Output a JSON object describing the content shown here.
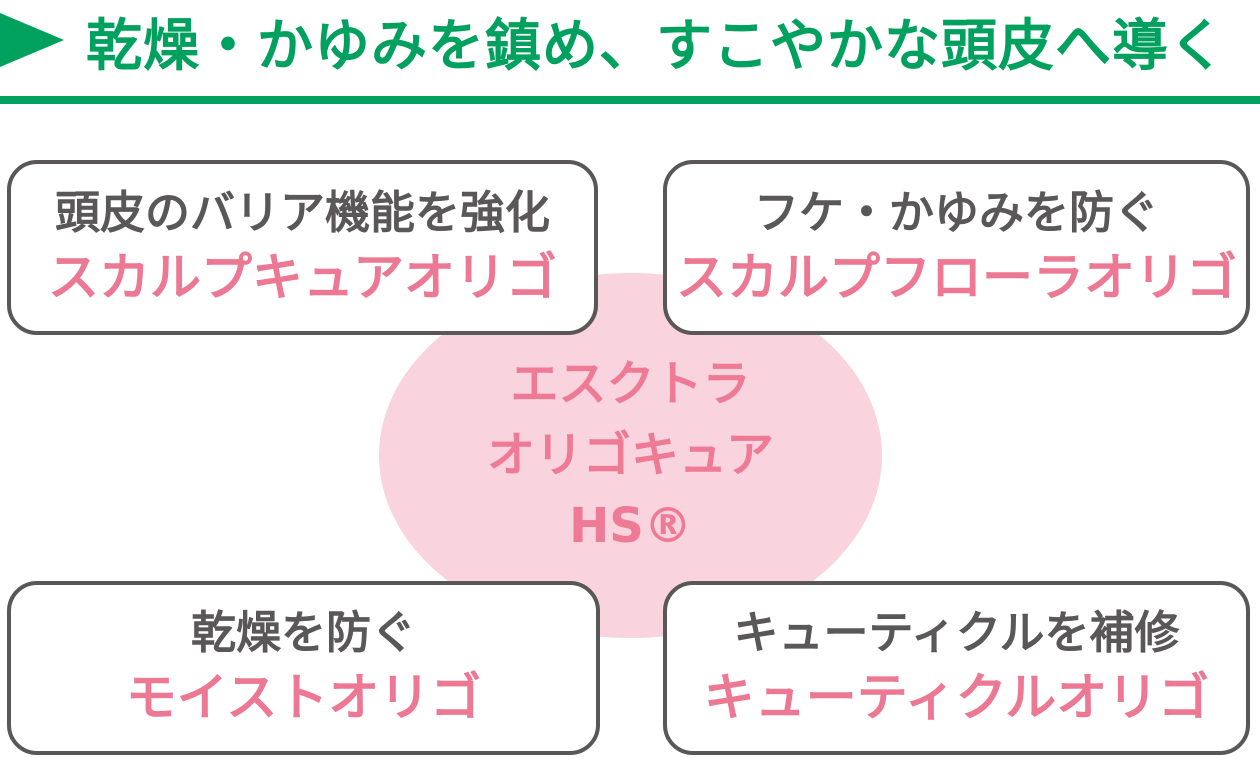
{
  "colors": {
    "green": "#00a05e",
    "gray": "#595757",
    "pink_text": "#ec7893",
    "ellipse_fill": "#f9d3dd",
    "ellipse_text": "#ee7a96"
  },
  "header": {
    "title": "乾燥・かゆみを鎮め、すこやかな頭皮へ導く"
  },
  "center": {
    "lines": [
      "エスクトラ",
      "オリゴキュア",
      "HS®"
    ]
  },
  "boxes": [
    {
      "benefit": "頭皮のバリア機能を強化",
      "ingredient": "スカルプキュアオリゴ"
    },
    {
      "benefit": "フケ・かゆみを防ぐ",
      "ingredient": "スカルプフローラオリゴ"
    },
    {
      "benefit": "乾燥を防ぐ",
      "ingredient": "モイストオリゴ"
    },
    {
      "benefit": "キューティクルを補修",
      "ingredient": "キューティクルオリゴ"
    }
  ]
}
